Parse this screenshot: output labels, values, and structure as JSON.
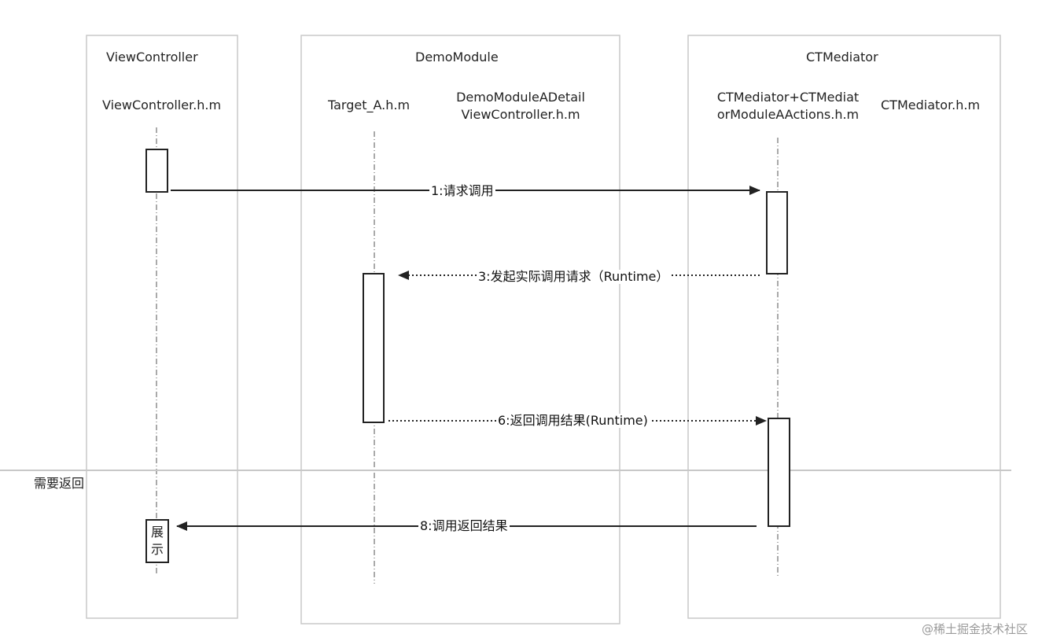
{
  "groups": [
    {
      "title": "ViewController"
    },
    {
      "title": "DemoModule"
    },
    {
      "title": "CTMediator"
    }
  ],
  "participants": {
    "vc": "ViewController.h.m",
    "target": "Target_A.h.m",
    "detail_line1": "DemoModuleADetail",
    "detail_line2": "ViewController.h.m",
    "category_line1": "CTMediator+CTMediat",
    "category_line2": "orModuleAActions.h.m",
    "mediator": "CTMediator.h.m"
  },
  "messages": {
    "m1": "1:请求调用",
    "m3": "3:发起实际调用请求（Runtime）",
    "m6": "6:返回调用结果(Runtime)",
    "m8": "8:调用返回结果"
  },
  "divider_label": "需要返回",
  "activation_labels": {
    "show_top": "展",
    "show_bottom": "示"
  },
  "watermark": "@稀土掘金技术社区"
}
